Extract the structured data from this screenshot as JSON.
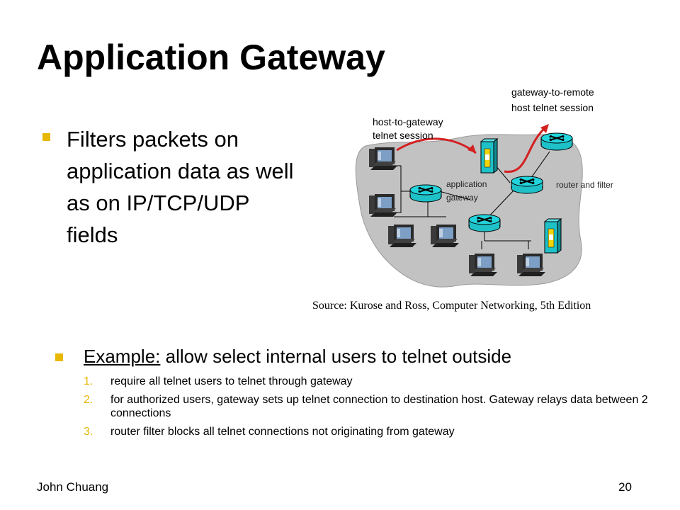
{
  "title": "Application Gateway",
  "bullet1": "Filters packets on application data as well as on IP/TCP/UDP fields",
  "diagram": {
    "label_host_to_gateway": [
      "host-to-gateway",
      "telnet session"
    ],
    "label_gateway_to_remote": [
      "gateway-to-remote",
      "host telnet session"
    ],
    "label_app_gateway": [
      "application",
      "gateway"
    ],
    "label_router_filter": "router and filter",
    "arrow_color": "#d42020"
  },
  "source": "Source: Kurose and Ross, Computer Networking, 5th Edition",
  "example": {
    "prefix": "Example:",
    "rest": " allow select internal users to telnet outside",
    "steps": [
      {
        "num": "1.",
        "text": "require all telnet users to telnet through gateway"
      },
      {
        "num": "2.",
        "text": "for authorized users, gateway sets up telnet connection to destination host. Gateway relays data between 2 connections"
      },
      {
        "num": "3.",
        "text": "router filter blocks all telnet connections not originating from gateway"
      }
    ]
  },
  "footer": {
    "author": "John Chuang",
    "page": "20"
  }
}
